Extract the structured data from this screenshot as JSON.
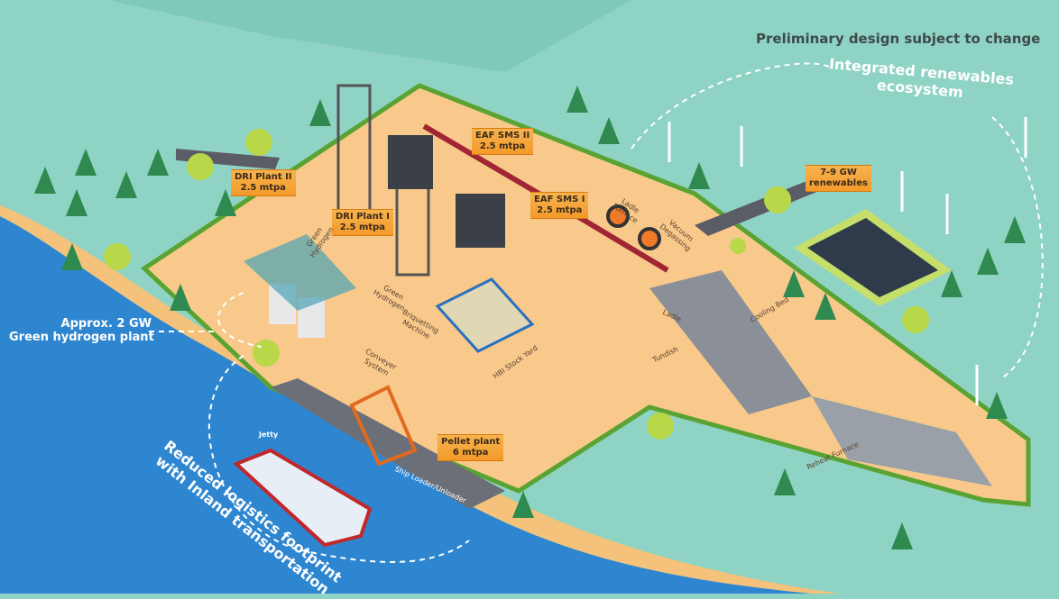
{
  "header": {
    "note": "Preliminary design subject to change"
  },
  "callouts": {
    "renewables_ecosystem": [
      "Integrated renewables",
      "ecosystem"
    ],
    "hydrogen_plant": [
      "Approx. 2 GW",
      "Green hydrogen plant"
    ],
    "logistics": [
      "Reduced logistics footprint",
      "with Inland transportation"
    ]
  },
  "plants": [
    {
      "name": "EAF SMS II",
      "capacity": "2.5 mtpa"
    },
    {
      "name": "EAF SMS I",
      "capacity": "2.5 mtpa"
    },
    {
      "name": "DRI Plant II",
      "capacity": "2.5 mtpa"
    },
    {
      "name": "DRI Plant I",
      "capacity": "2.5 mtpa"
    },
    {
      "name": "Pellet plant",
      "capacity": "6 mtpa"
    },
    {
      "name": "7-9 GW",
      "capacity": "renewables"
    }
  ],
  "components": {
    "green_hydrogen_1": "Green Hydrogen",
    "green_hydrogen_2": "Green Hydrogen",
    "briquetting": "Briquetting Machine",
    "conveyer": "Conveyer System",
    "hbi": "HBI Stock Yard",
    "ladle_furnace": "Ladle Furnace",
    "vacuum": "Vacuum Degassing",
    "ladle": "Ladle",
    "tundish": "Tundish",
    "cooling_bed": "Cooling Bed",
    "reheat": "Reheat Furnace",
    "ship_loader": "Ship Loader/Unloader",
    "jetty": "Jetty"
  },
  "colors": {
    "sea": "#2f86d0",
    "plot": "#f8c98b",
    "land": "#8fd3c4",
    "border": "#5aa332",
    "label": "#f39a2a"
  }
}
